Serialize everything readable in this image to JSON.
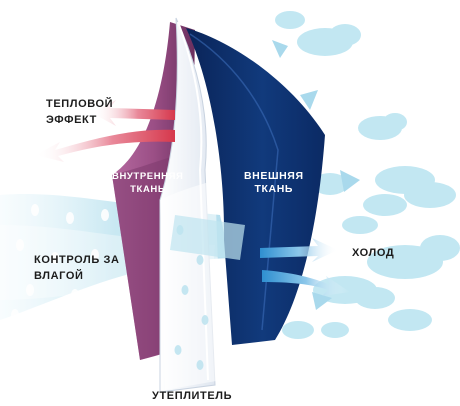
{
  "labels": {
    "thermal_effect": [
      "ТЕПЛОВОЙ",
      "ЭФФЕКТ"
    ],
    "inner_fabric": [
      "ВНУТРЕННЯЯ",
      "ТКАНЬ"
    ],
    "outer_fabric": [
      "ВНЕШНЯЯ",
      "ТКАНЬ"
    ],
    "moisture_control": [
      "КОНТРОЛЬ ЗА",
      "ВЛАГОЙ"
    ],
    "cold": "ХОЛОД",
    "insulation": "УТЕПЛИТЕЛЬ"
  },
  "colors": {
    "inner_fabric": "#9b4f86",
    "outer_fabric": "#0d2d68",
    "insulation": "#f4f7fb",
    "heat_arrow": "#d6384c",
    "cold_arrow": "#2f8fd0",
    "vapor": "#bfe4f0",
    "clouds": "#bfe6f2"
  }
}
